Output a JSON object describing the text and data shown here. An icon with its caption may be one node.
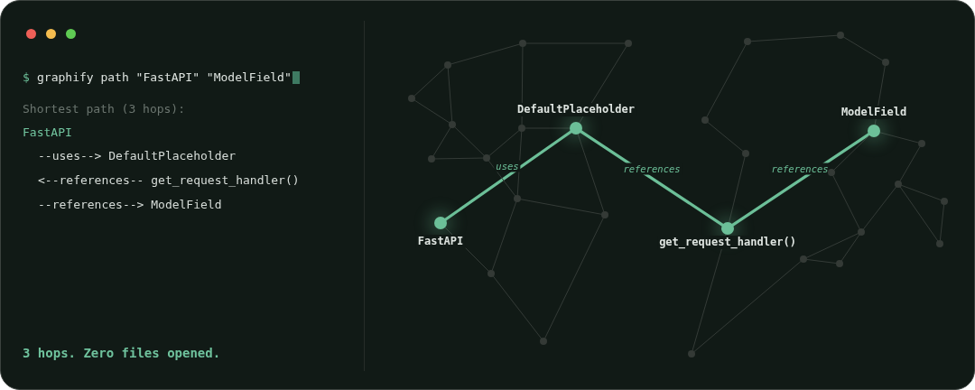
{
  "diagram": {
    "nodes": [
      {
        "text": [],
        "shape": "circle",
        "beside": [
          "FastAPI"
        ]
      },
      {
        "text": [],
        "shape": "circle",
        "beside": [
          "DefaultPlaceholder"
        ]
      },
      {
        "text": [],
        "shape": "circle",
        "beside": [
          "get_request_handler()"
        ]
      },
      {
        "text": [],
        "shape": "circle",
        "beside": [
          "ModelField"
        ]
      },
      {
        "text": [],
        "shape": "circle"
      },
      {
        "text": [],
        "shape": "circle"
      },
      {
        "text": [],
        "shape": "circle"
      },
      {
        "text": [],
        "shape": "circle"
      },
      {
        "text": [],
        "shape": "circle"
      },
      {
        "text": [],
        "shape": "circle"
      },
      {
        "text": [],
        "shape": "circle"
      },
      {
        "text": [],
        "shape": "circle"
      },
      {
        "text": [],
        "shape": "circle"
      },
      {
        "text": [],
        "shape": "circle"
      },
      {
        "text": [],
        "shape": "circle"
      },
      {
        "text": [],
        "shape": "circle"
      },
      {
        "text": [],
        "shape": "circle"
      },
      {
        "text": [],
        "shape": "circle"
      },
      {
        "text": [],
        "shape": "circle"
      },
      {
        "text": [],
        "shape": "circle"
      },
      {
        "text": [],
        "shape": "circle"
      },
      {
        "text": [],
        "shape": "circle"
      },
      {
        "text": [],
        "shape": "circle"
      },
      {
        "text": [],
        "shape": "circle"
      },
      {
        "text": [],
        "shape": "circle"
      },
      {
        "text": [],
        "shape": "circle"
      },
      {
        "text": [],
        "shape": "circle"
      },
      {
        "text": [],
        "shape": "circle"
      },
      {
        "text": [],
        "shape": "circle"
      },
      {
        "text": [],
        "shape": "circle"
      }
    ],
    "edges": [
      {
        "from": 0,
        "to": 1,
        "arrow": "none",
        "label": "uses",
        "style": "thick",
        "color": "#6cbf98"
      },
      {
        "from": 1,
        "to": 2,
        "arrow": "none",
        "label": "references",
        "style": "thick",
        "color": "#6cbf98"
      },
      {
        "from": 2,
        "to": 3,
        "arrow": "none",
        "label": "references",
        "style": "thick",
        "color": "#6cbf98"
      },
      {
        "from": 12,
        "to": 15,
        "arrow": "none"
      },
      {
        "from": 12,
        "to": 6,
        "arrow": "none"
      },
      {
        "from": 12,
        "to": 11,
        "arrow": "none"
      },
      {
        "from": 6,
        "to": 4,
        "arrow": "none"
      },
      {
        "from": 6,
        "to": 7,
        "arrow": "none"
      },
      {
        "from": 4,
        "to": 7,
        "arrow": "none"
      },
      {
        "from": 7,
        "to": 5,
        "arrow": "none"
      },
      {
        "from": 7,
        "to": 8,
        "arrow": "none"
      },
      {
        "from": 5,
        "to": 8,
        "arrow": "none"
      },
      {
        "from": 8,
        "to": 11,
        "arrow": "none"
      },
      {
        "from": 8,
        "to": 10,
        "arrow": "none"
      },
      {
        "from": 11,
        "to": 1,
        "arrow": "none"
      },
      {
        "from": 11,
        "to": 10,
        "arrow": "none"
      },
      {
        "from": 15,
        "to": 1,
        "arrow": "none"
      },
      {
        "from": 1,
        "to": 14,
        "arrow": "none"
      },
      {
        "from": 10,
        "to": 14,
        "arrow": "none"
      },
      {
        "from": 10,
        "to": 9,
        "arrow": "none"
      },
      {
        "from": 0,
        "to": 9,
        "arrow": "none"
      },
      {
        "from": 9,
        "to": 13,
        "arrow": "none"
      },
      {
        "from": 14,
        "to": 13,
        "arrow": "none"
      },
      {
        "from": 19,
        "to": 23,
        "arrow": "none"
      },
      {
        "from": 23,
        "to": 25,
        "arrow": "none"
      },
      {
        "from": 25,
        "to": 3,
        "arrow": "none"
      },
      {
        "from": 19,
        "to": 17,
        "arrow": "none"
      },
      {
        "from": 17,
        "to": 18,
        "arrow": "none"
      },
      {
        "from": 18,
        "to": 2,
        "arrow": "none"
      },
      {
        "from": 2,
        "to": 16,
        "arrow": "none"
      },
      {
        "from": 3,
        "to": 27,
        "arrow": "none"
      },
      {
        "from": 3,
        "to": 21,
        "arrow": "none"
      },
      {
        "from": 27,
        "to": 26,
        "arrow": "none"
      },
      {
        "from": 21,
        "to": 24,
        "arrow": "none"
      },
      {
        "from": 26,
        "to": 24,
        "arrow": "none"
      },
      {
        "from": 26,
        "to": 28,
        "arrow": "none"
      },
      {
        "from": 26,
        "to": 29,
        "arrow": "none"
      },
      {
        "from": 29,
        "to": 28,
        "arrow": "none"
      },
      {
        "from": 24,
        "to": 20,
        "arrow": "none"
      },
      {
        "from": 24,
        "to": 22,
        "arrow": "none"
      },
      {
        "from": 20,
        "to": 22,
        "arrow": "none"
      },
      {
        "from": 20,
        "to": 16,
        "arrow": "none"
      }
    ],
    "labels": [
      "$",
      "graphify path \"FastAPI\" \"ModelField\"",
      "Shortest path (3 hops):",
      "FastAPI",
      "--uses--> DefaultPlaceholder",
      "<--references-- get_request_handler()",
      "--references--> ModelField",
      "3 hops. Zero files opened."
    ]
  }
}
